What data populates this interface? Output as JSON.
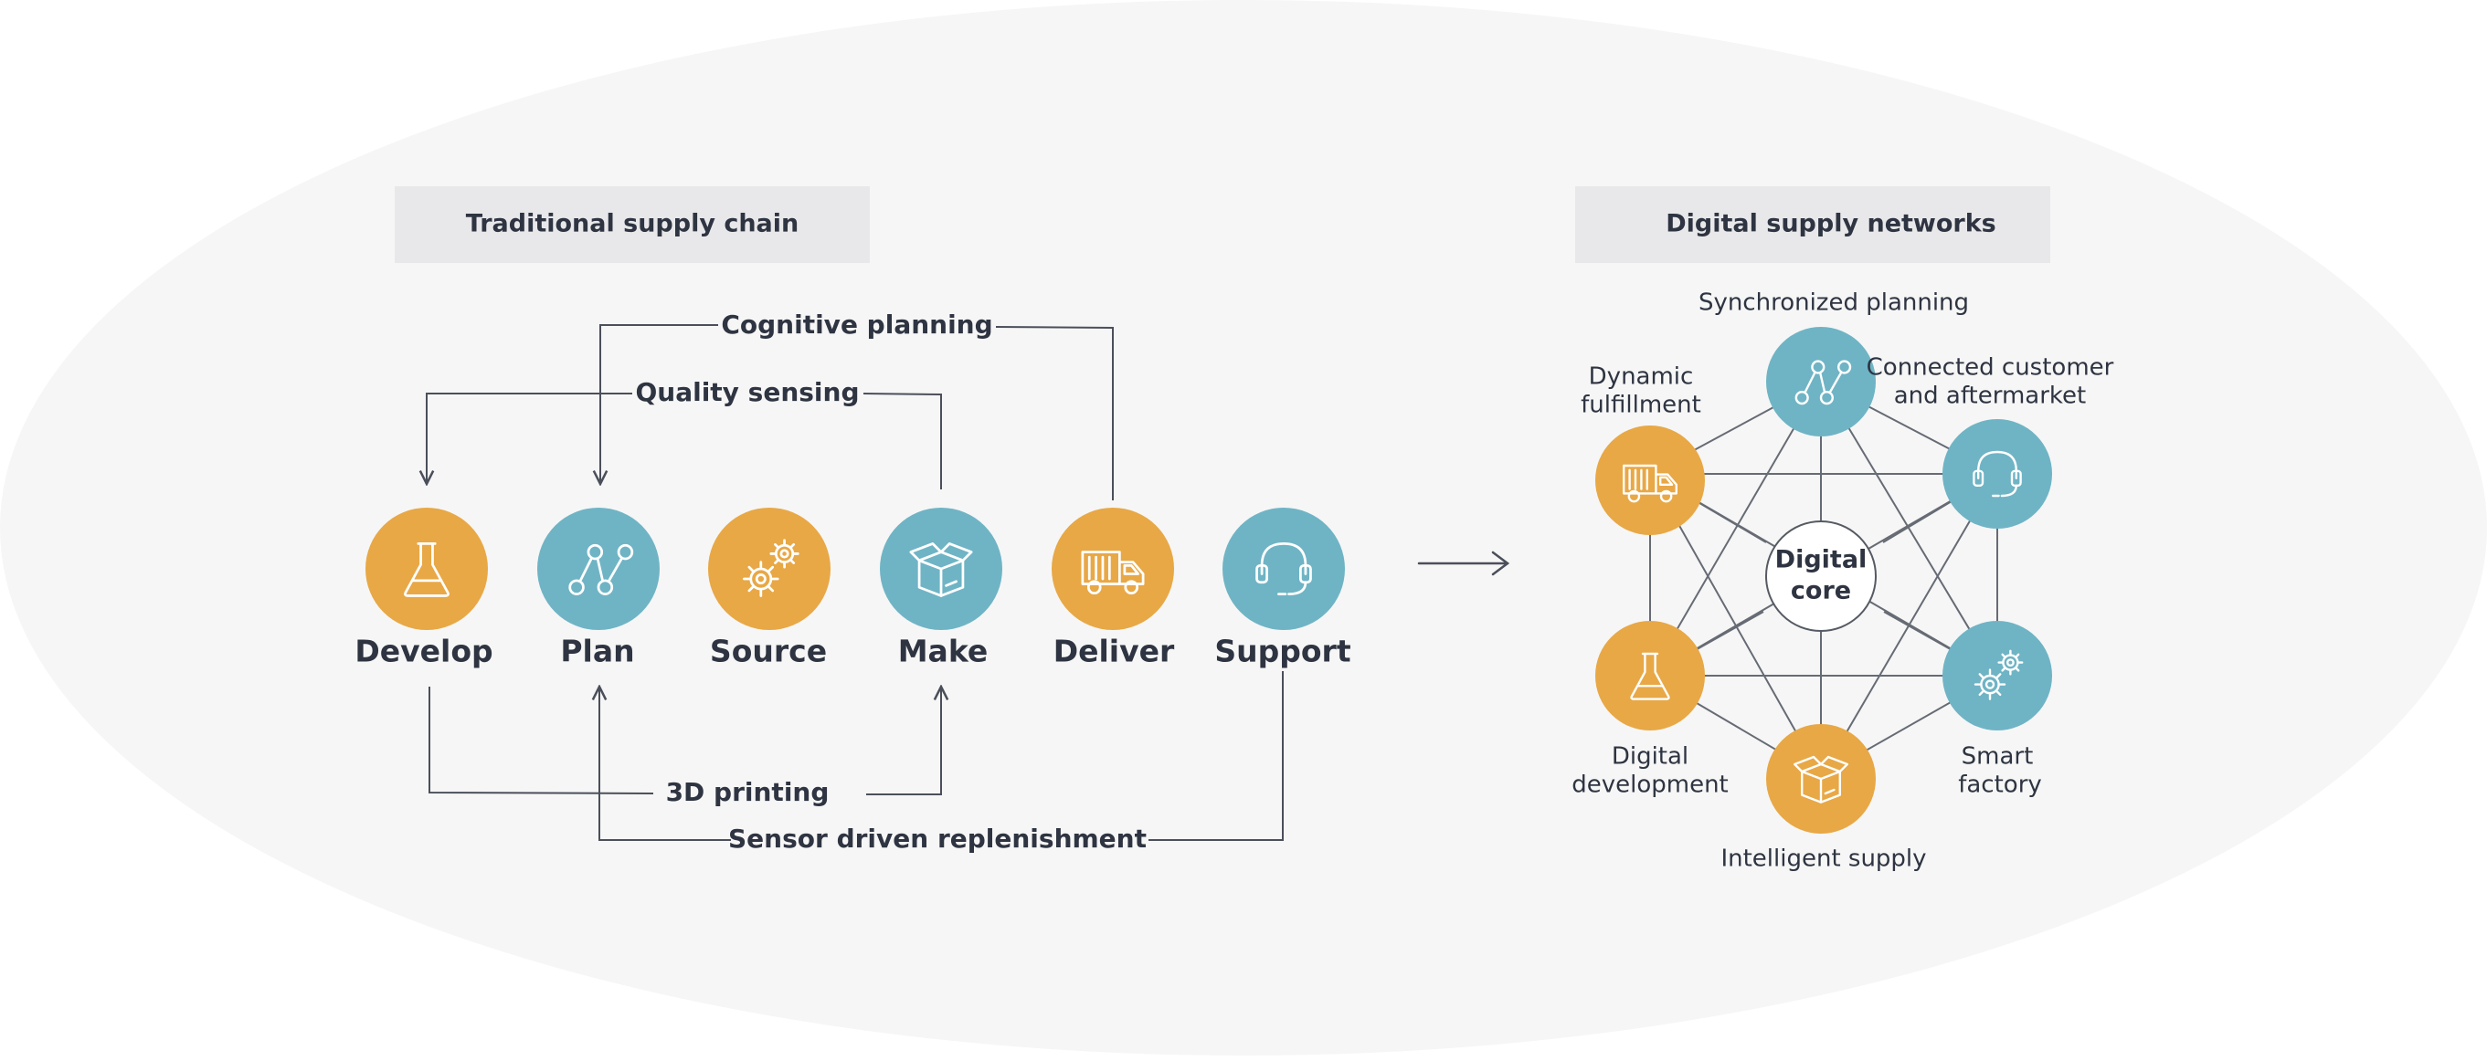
{
  "colors": {
    "orange": "#e8a846",
    "teal": "#6fb4c5",
    "background_ellipse": "#f6f6f6",
    "header_bg": "#e8e8ea"
  },
  "traditional": {
    "header": "Traditional supply chain",
    "stages": [
      {
        "label": "Develop",
        "icon": "flask-icon",
        "color": "orange"
      },
      {
        "label": "Plan",
        "icon": "zigzag-chart-icon",
        "color": "teal"
      },
      {
        "label": "Source",
        "icon": "gears-icon",
        "color": "orange"
      },
      {
        "label": "Make",
        "icon": "open-box-icon",
        "color": "teal"
      },
      {
        "label": "Deliver",
        "icon": "truck-icon",
        "color": "orange"
      },
      {
        "label": "Support",
        "icon": "headset-icon",
        "color": "teal"
      }
    ],
    "flows": {
      "cognitive_planning": "Cognitive planning",
      "quality_sensing": "Quality sensing",
      "printing_3d": "3D printing",
      "sensor_replenishment": "Sensor driven replenishment"
    }
  },
  "digital": {
    "header": "Digital supply networks",
    "core": {
      "line1": "Digital",
      "line2": "core"
    },
    "nodes": {
      "synchronized_planning": {
        "label": "Synchronized planning",
        "icon": "zigzag-chart-icon",
        "color": "teal"
      },
      "connected_customer": {
        "line1": "Connected customer",
        "line2": "and aftermarket",
        "icon": "headset-icon",
        "color": "teal"
      },
      "smart_factory": {
        "line1": "Smart",
        "line2": "factory",
        "icon": "gears-icon",
        "color": "teal"
      },
      "intelligent_supply": {
        "label": "Intelligent supply",
        "icon": "open-box-icon",
        "color": "orange"
      },
      "digital_development": {
        "line1": "Digital",
        "line2": "development",
        "icon": "flask-icon",
        "color": "orange"
      },
      "dynamic_fulfillment": {
        "line1": "Dynamic",
        "line2": "fulfillment",
        "icon": "truck-icon",
        "color": "orange"
      }
    }
  },
  "transition_arrow": "right-arrow-icon"
}
